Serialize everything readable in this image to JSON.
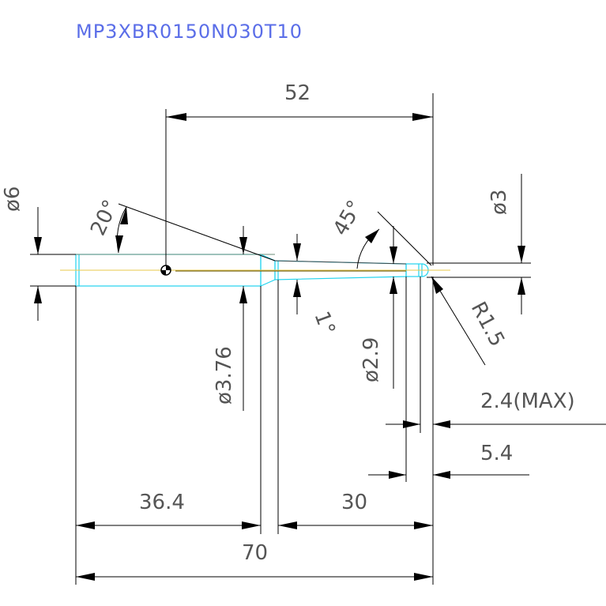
{
  "title": "MP3XBR0150N030T10",
  "dimensions": {
    "overall_length": "70",
    "length_52": "52",
    "shank_length": "36.4",
    "neck_length": "30",
    "shank_dia": "ø6",
    "neck_dia": "ø3.76",
    "tip_dia": "ø2.9",
    "ball_dia": "ø3",
    "radius": "R1.5",
    "angle_20": "20°",
    "angle_45": "45°",
    "angle_1": "1°",
    "len_2_4": "2.4(MAX)",
    "len_5_4": "5.4"
  },
  "colors": {
    "title": "#5b6ee8",
    "tool_outline": "#22d3ee",
    "centerline": "#e8c94a",
    "dimension": "#000000",
    "label": "#555555"
  }
}
